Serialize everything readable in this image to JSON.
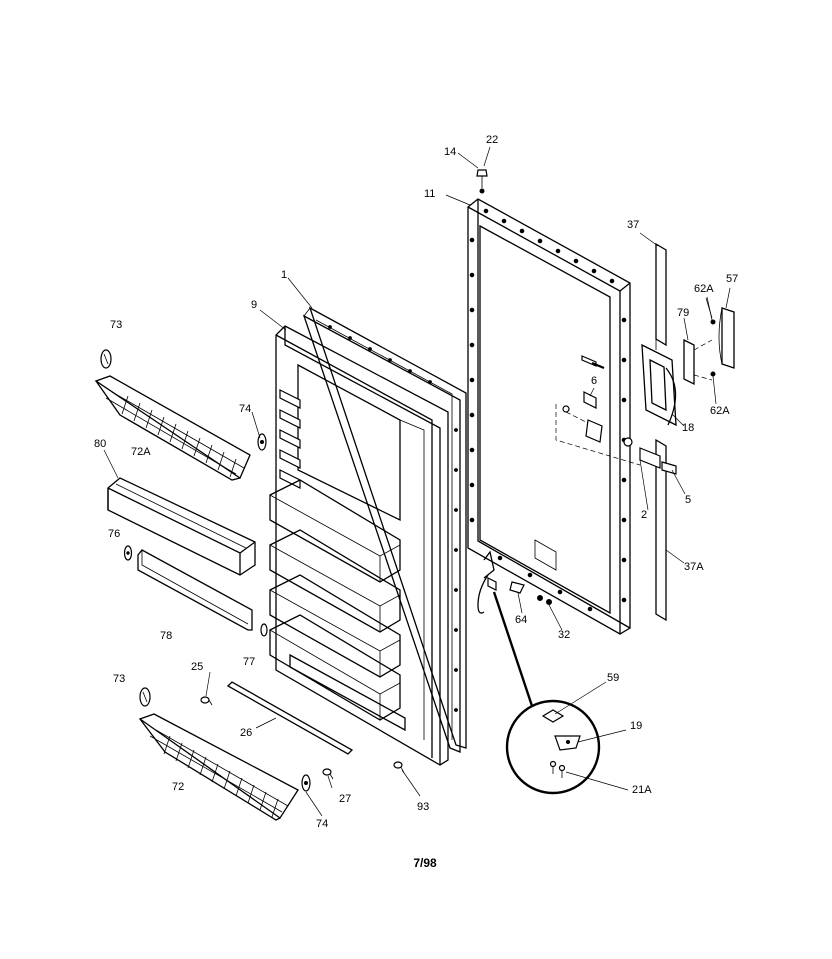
{
  "diagram": {
    "date_code": "7/98",
    "callouts": [
      {
        "id": "c22",
        "label": "22"
      },
      {
        "id": "c14",
        "label": "14"
      },
      {
        "id": "c11",
        "label": "11"
      },
      {
        "id": "c37",
        "label": "37"
      },
      {
        "id": "c57",
        "label": "57"
      },
      {
        "id": "c62a-top",
        "label": "62A"
      },
      {
        "id": "c79",
        "label": "79"
      },
      {
        "id": "c6",
        "label": "6"
      },
      {
        "id": "c62a-bottom",
        "label": "62A"
      },
      {
        "id": "c18",
        "label": "18"
      },
      {
        "id": "c5",
        "label": "5"
      },
      {
        "id": "c2",
        "label": "2"
      },
      {
        "id": "c37a",
        "label": "37A"
      },
      {
        "id": "c64",
        "label": "64"
      },
      {
        "id": "c32",
        "label": "32"
      },
      {
        "id": "c1",
        "label": "1"
      },
      {
        "id": "c9",
        "label": "9"
      },
      {
        "id": "c73-top",
        "label": "73"
      },
      {
        "id": "c74-top",
        "label": "74"
      },
      {
        "id": "c80",
        "label": "80"
      },
      {
        "id": "c72a",
        "label": "72A"
      },
      {
        "id": "c76",
        "label": "76"
      },
      {
        "id": "c78",
        "label": "78"
      },
      {
        "id": "c77",
        "label": "77"
      },
      {
        "id": "c25",
        "label": "25"
      },
      {
        "id": "c73-bottom",
        "label": "73"
      },
      {
        "id": "c26",
        "label": "26"
      },
      {
        "id": "c72",
        "label": "72"
      },
      {
        "id": "c27",
        "label": "27"
      },
      {
        "id": "c74-bottom",
        "label": "74"
      },
      {
        "id": "c93",
        "label": "93"
      },
      {
        "id": "c59",
        "label": "59"
      },
      {
        "id": "c19",
        "label": "19"
      },
      {
        "id": "c21a",
        "label": "21A"
      }
    ]
  }
}
